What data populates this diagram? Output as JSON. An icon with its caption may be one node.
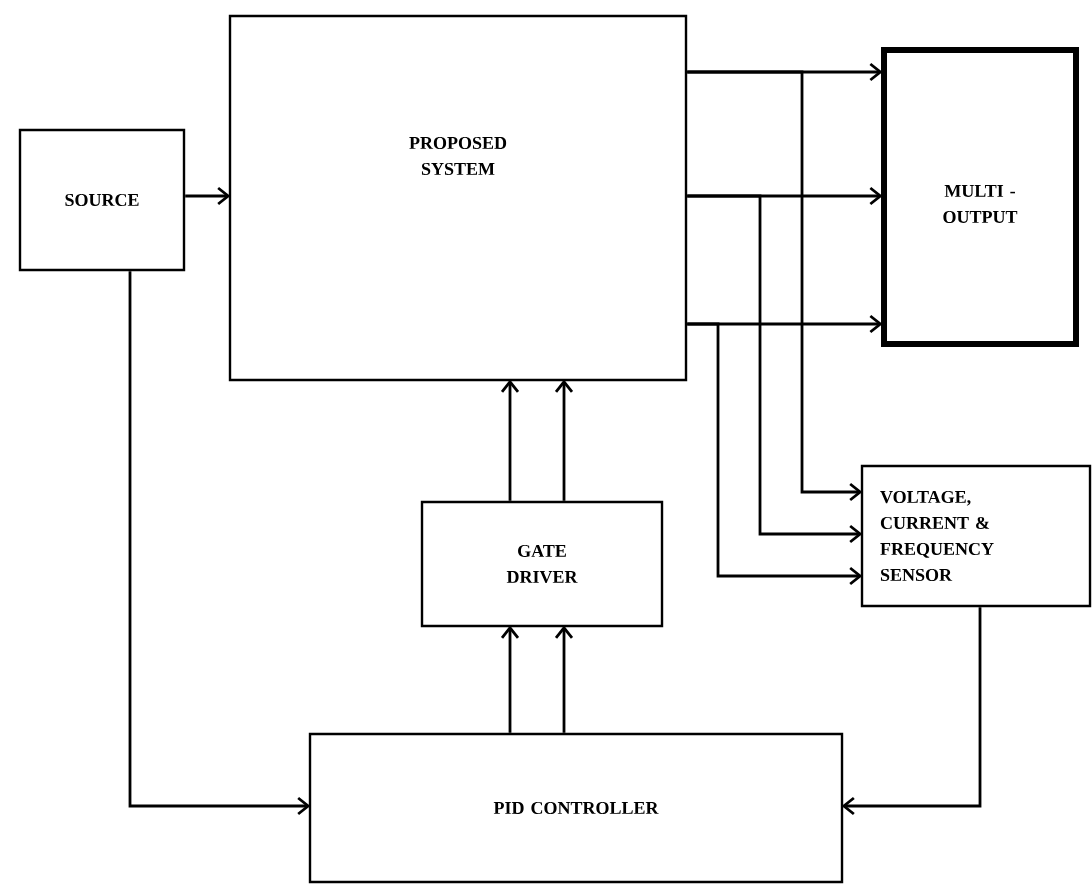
{
  "diagram": {
    "nodes": [
      {
        "text": [
          "SOURCE"
        ]
      },
      {
        "text": [
          "PROPOSED SYSTEM"
        ]
      },
      {
        "text": [
          "MULTI - OUTPUT"
        ]
      },
      {
        "text": [
          "GATE DRIVER"
        ]
      },
      {
        "text": [
          "VOLTAGE, CURRENT & FREQUENCY SENSOR"
        ]
      },
      {
        "text": [
          "PID CONTROLLER"
        ]
      }
    ],
    "edges": [
      {
        "from": 0,
        "to": 1,
        "arrow": "to"
      },
      {
        "from": 1,
        "to": 2,
        "arrow": "to"
      },
      {
        "from": 1,
        "to": 2,
        "arrow": "to"
      },
      {
        "from": 1,
        "to": 2,
        "arrow": "to"
      },
      {
        "from": 1,
        "to": 4,
        "arrow": "to"
      },
      {
        "from": 1,
        "to": 4,
        "arrow": "to"
      },
      {
        "from": 1,
        "to": 4,
        "arrow": "to"
      },
      {
        "from": 3,
        "to": 1,
        "arrow": "to"
      },
      {
        "from": 3,
        "to": 1,
        "arrow": "to"
      },
      {
        "from": 5,
        "to": 3,
        "arrow": "to"
      },
      {
        "from": 5,
        "to": 3,
        "arrow": "to"
      },
      {
        "from": 0,
        "to": 5,
        "arrow": "to"
      },
      {
        "from": 4,
        "to": 5,
        "arrow": "to"
      }
    ]
  }
}
